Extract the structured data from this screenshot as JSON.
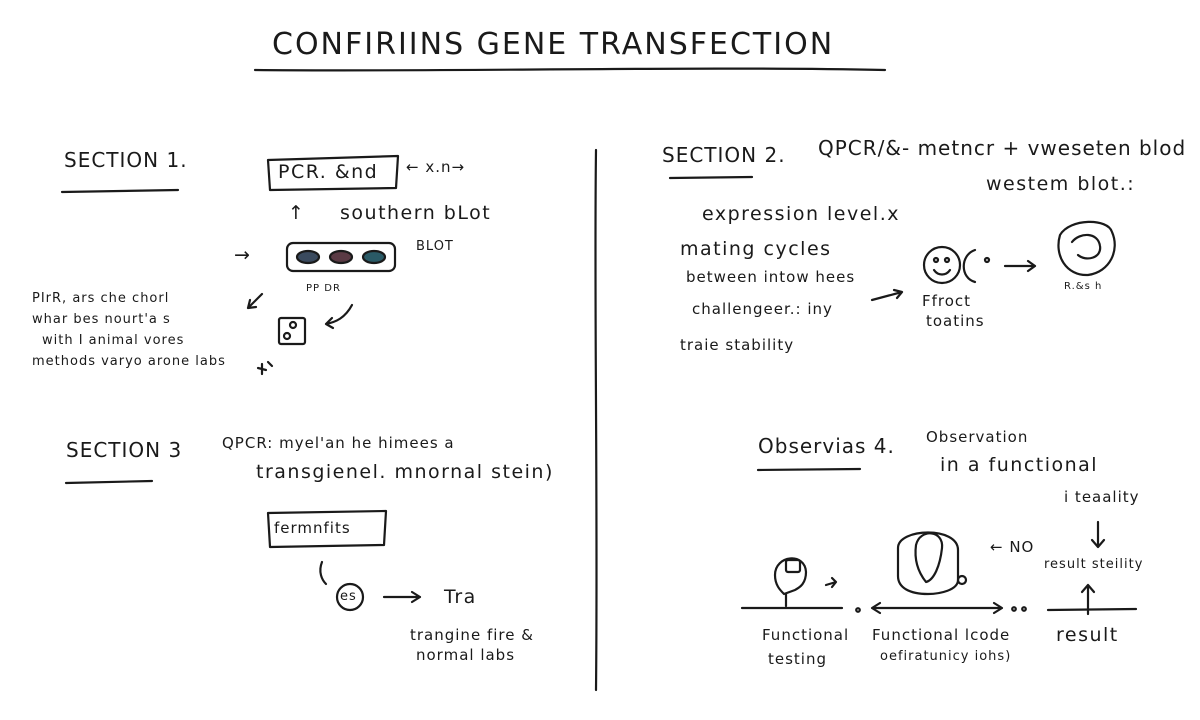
{
  "title": "CONFIRIINS GENE TRANSFECTION",
  "section1": {
    "heading": "SECTION 1.",
    "pcr_box": "PCR. &nd",
    "pcr_arrow_text": "← x.n→",
    "up_arrow": "↑",
    "southern_blot": "southern bLot",
    "blot_label": "BLOT",
    "ppdr_label": "PP DR",
    "side_arrow": "→",
    "notes": [
      "PIrR, ars che chorl",
      "whar bes nourt'a s",
      "with I animal vores",
      "methods varyo arone labs"
    ]
  },
  "section2": {
    "heading": "SECTION 2.",
    "subtitle": "QPCR/&- metncr + vweseten blod",
    "subtitle2": "westem blot.:",
    "items": [
      "expression level.x",
      "mating cycles",
      "between intow hees",
      "challengeer.: iny",
      "traie stability"
    ],
    "effect_label_1": "Ffroct",
    "effect_label_2": "toatins",
    "result_label": "R.&s h"
  },
  "section3": {
    "heading": "SECTION 3",
    "line1": "QPCR: myel'an he himees a",
    "line2": "transgienel. mnornal stein)",
    "box_label": "fermnfits",
    "circle_label": "es",
    "right_glyph": "Tra",
    "caption_1": "trangine fire &",
    "caption_2": "normal labs"
  },
  "section4": {
    "heading": "Observias 4.",
    "obs_1": "Observation",
    "obs_2": "in a functional",
    "obs_3": "i teaality",
    "no_label": "← NO",
    "result_stability": "result steility",
    "functional_1": "Functional",
    "functional_2": "testing",
    "functional_node_1": "Functional lcode",
    "functional_node_2": "oefiratunicy iohs)",
    "result": "result"
  }
}
